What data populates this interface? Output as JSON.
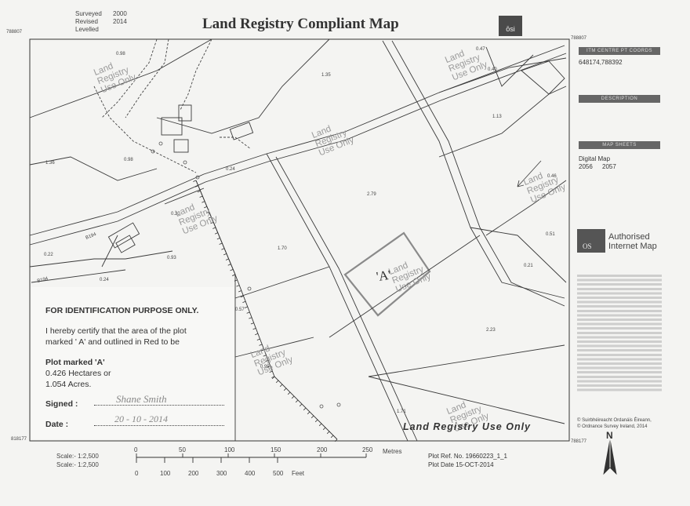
{
  "survey": {
    "surveyed_label": "Surveyed",
    "surveyed_value": "2000",
    "revised_label": "Revised",
    "revised_value": "2014",
    "levelled_label": "Levelled"
  },
  "title": "Land Registry Compliant Map",
  "osi_logo": "ōsi",
  "coords": {
    "left_top": "788807",
    "right_top": "788807",
    "left_bottom": "818177",
    "right_bottom": "788177"
  },
  "panel": {
    "centre_header": "ITM CENTRE PT COORDS",
    "centre_value": "648174,788392",
    "description_header": "DESCRIPTION",
    "map_sheets_header": "MAP SHEETS",
    "digital_map": "Digital Map",
    "sheet_a": "2056",
    "sheet_b": "2057",
    "authorised_line1": "Authorised",
    "authorised_line2": "Internet Map",
    "os_logo": "OS",
    "copyright_1": "© Suirbhéireacht Ordanáis Éireann,",
    "copyright_2": "© Ordnance Survey Ireland, 2014"
  },
  "parcels": [
    "0.98",
    "1.35",
    "0.47",
    "0.40",
    "1.13",
    "1.36",
    "0.98",
    "0.24",
    "2.79",
    "0.46",
    "0.20",
    "0.51",
    "0.22",
    "0.93",
    "1.70",
    "0.21",
    "0.24",
    "0.57",
    "2.23",
    "0.95",
    "1.71"
  ],
  "watermark_text": [
    "Land",
    "Registry",
    "Use Only"
  ],
  "plot_label": "'A'",
  "id_box": {
    "heading": "FOR IDENTIFICATION PURPOSE ONLY.",
    "certify_1": "I hereby certify that the area of the plot",
    "certify_2": "marked ' A' and outlined in Red to be",
    "plot_marked": "Plot marked 'A'",
    "hectares": "0.426 Hectares or",
    "acres": "1.054 Acres.",
    "signed_label": "Signed :",
    "signed_value": "Shane Smith",
    "date_label": "Date :",
    "date_value": "20 - 10 - 2014"
  },
  "stamp": "Land Registry Use Only",
  "scale": {
    "scale_1": "Scale:- 1:2,500",
    "scale_2": "Scale:- 1:2,500",
    "metres_label": "Metres",
    "metres_ticks": [
      "0",
      "50",
      "100",
      "150",
      "200",
      "250"
    ],
    "feet_label": "Feet",
    "feet_ticks": [
      "0",
      "100",
      "200",
      "300",
      "400",
      "500"
    ]
  },
  "plot_ref": "Plot Ref. No. 19660223_1_1",
  "plot_date": "Plot Date 15-OCT-2014",
  "north": "N"
}
